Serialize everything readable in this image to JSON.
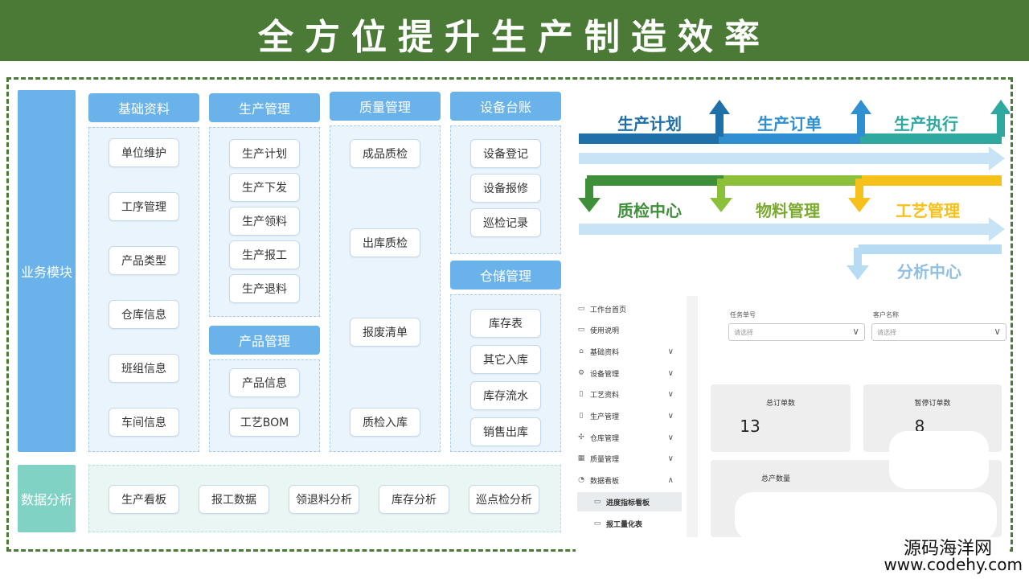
{
  "title": "全方位提升生产制造效率",
  "side_labels": {
    "modules": "业务模块",
    "analysis": "数据分析"
  },
  "columns": {
    "basic": {
      "title": "基础资料",
      "items": [
        "单位维护",
        "工序管理",
        "产品类型",
        "仓库信息",
        "班组信息",
        "车间信息"
      ]
    },
    "production": {
      "title": "生产管理",
      "items": [
        "生产计划",
        "生产下发",
        "生产领料",
        "生产报工",
        "生产退料"
      ]
    },
    "product": {
      "title": "产品管理",
      "items": [
        "产品信息",
        "工艺BOM"
      ]
    },
    "quality": {
      "title": "质量管理",
      "items": [
        "成品质检",
        "出库质检",
        "报废清单",
        "质检入库"
      ]
    },
    "equipment": {
      "title": "设备台账",
      "items": [
        "设备登记",
        "设备报修",
        "巡检记录"
      ]
    },
    "storage": {
      "title": "仓储管理",
      "items": [
        "库存表",
        "其它入库",
        "库存流水",
        "销售出库"
      ]
    }
  },
  "analysis_items": [
    "生产看板",
    "报工数据",
    "领退料分析",
    "库存分析",
    "巡点检分析"
  ],
  "flow": {
    "row1": [
      "生产计划",
      "生产订单",
      "生产执行"
    ],
    "row2": [
      "质检中心",
      "物料管理",
      "工艺管理"
    ],
    "row3": [
      "分析中心"
    ],
    "colors": {
      "blue_dark": "#1f6fa8",
      "blue_mid": "#2f8fd0",
      "teal": "#2fa8a0",
      "green": "#3f8f3a",
      "lime": "#8cbf3a",
      "yellow": "#f6c11a",
      "light": "#c9e3f6"
    }
  },
  "app": {
    "nav": [
      {
        "icon": "monitor-icon",
        "glyph": "▭",
        "label": "工作台首页",
        "chev": ""
      },
      {
        "icon": "doc-icon",
        "glyph": "▭",
        "label": "使用说明",
        "chev": ""
      },
      {
        "icon": "home-icon",
        "glyph": "⌂",
        "label": "基础资料",
        "chev": "∨"
      },
      {
        "icon": "gear-icon",
        "glyph": "⚙",
        "label": "设备管理",
        "chev": "∨"
      },
      {
        "icon": "file-icon",
        "glyph": "▯",
        "label": "工艺资料",
        "chev": "∨"
      },
      {
        "icon": "clipboard-icon",
        "glyph": "▯",
        "label": "生产管理",
        "chev": "∨"
      },
      {
        "icon": "grid-icon",
        "glyph": "✣",
        "label": "仓库管理",
        "chev": "∨"
      },
      {
        "icon": "table-icon",
        "glyph": "▦",
        "label": "质量管理",
        "chev": "∨"
      },
      {
        "icon": "dashboard-icon",
        "glyph": "◔",
        "label": "数据看板",
        "chev": "∧"
      },
      {
        "icon": "doc-icon",
        "glyph": "▭",
        "label": "进度指标看板",
        "chev": ""
      },
      {
        "icon": "doc-icon",
        "glyph": "▭",
        "label": "报工量化表",
        "chev": ""
      }
    ],
    "filters": {
      "task_label": "任务单号",
      "task_placeholder": "请选择",
      "customer_label": "客户名称",
      "customer_placeholder": "请选择"
    },
    "cards": [
      {
        "label": "总订单数",
        "value": "13"
      },
      {
        "label": "暂停订单数",
        "value": "8"
      },
      {
        "label": "总产数量",
        "value": ""
      }
    ]
  },
  "watermark": {
    "line1": "源码海洋网",
    "line2": "www.codehy.com"
  }
}
